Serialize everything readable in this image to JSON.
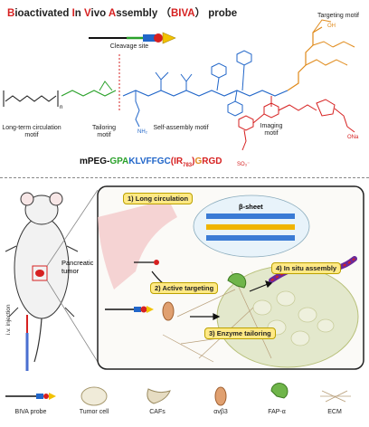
{
  "title": {
    "part1_letter": "B",
    "part1": "ioactivated ",
    "part2_letter": "I",
    "part2": "n ",
    "part3_letter": "V",
    "part3": "ivo ",
    "part4_letter": "A",
    "part4": "ssembly ",
    "paren_open": "（",
    "acronym": "BIVA",
    "paren_close": "）",
    "suffix": " probe"
  },
  "labels": {
    "cleavage_site": "Cleavage site",
    "targeting_motif": "Targeting motif",
    "long_term": "Long-term circulation motif",
    "tailoring": "Tailoring motif",
    "self_assembly": "Self-assembly motif",
    "imaging": "Imaging motif",
    "mpeg": "mPEG-",
    "n_sub": "n",
    "nh2": "NH₂",
    "ona": "ONa",
    "cooh": "OH",
    "so3": "SO₃⁻"
  },
  "sequence": {
    "p1": "mPEG-",
    "p2": "GPA",
    "p3": "KLVFFGC",
    "p4": "(IR",
    "p4sub": "783",
    "p4b": ")",
    "p5": "G",
    "p6": "RGD"
  },
  "steps": {
    "s1": "1) Long circulation",
    "s2": "2) Active targeting",
    "s3": "3) Enzyme tailoring",
    "s4": "4) In situ assembly",
    "beta": "β-sheet"
  },
  "mouse": {
    "tumor": "Pancreatic tumor",
    "injection": "i.v. injection"
  },
  "legend": [
    {
      "label": "BIVA probe",
      "icon": "probe-icon"
    },
    {
      "label": "Tumor cell",
      "icon": "tumor-cell-icon"
    },
    {
      "label": "CAFs",
      "icon": "caf-icon"
    },
    {
      "label": "αvβ3",
      "icon": "integrin-icon"
    },
    {
      "label": "FAP-α",
      "icon": "fap-icon"
    },
    {
      "label": "ECM",
      "icon": "ecm-icon"
    }
  ],
  "colors": {
    "red": "#d62020",
    "green": "#2aa12a",
    "blue": "#2166c9",
    "orange": "#e08a1a",
    "purple": "#6a2a9a",
    "step_bg": "#ffe985"
  }
}
